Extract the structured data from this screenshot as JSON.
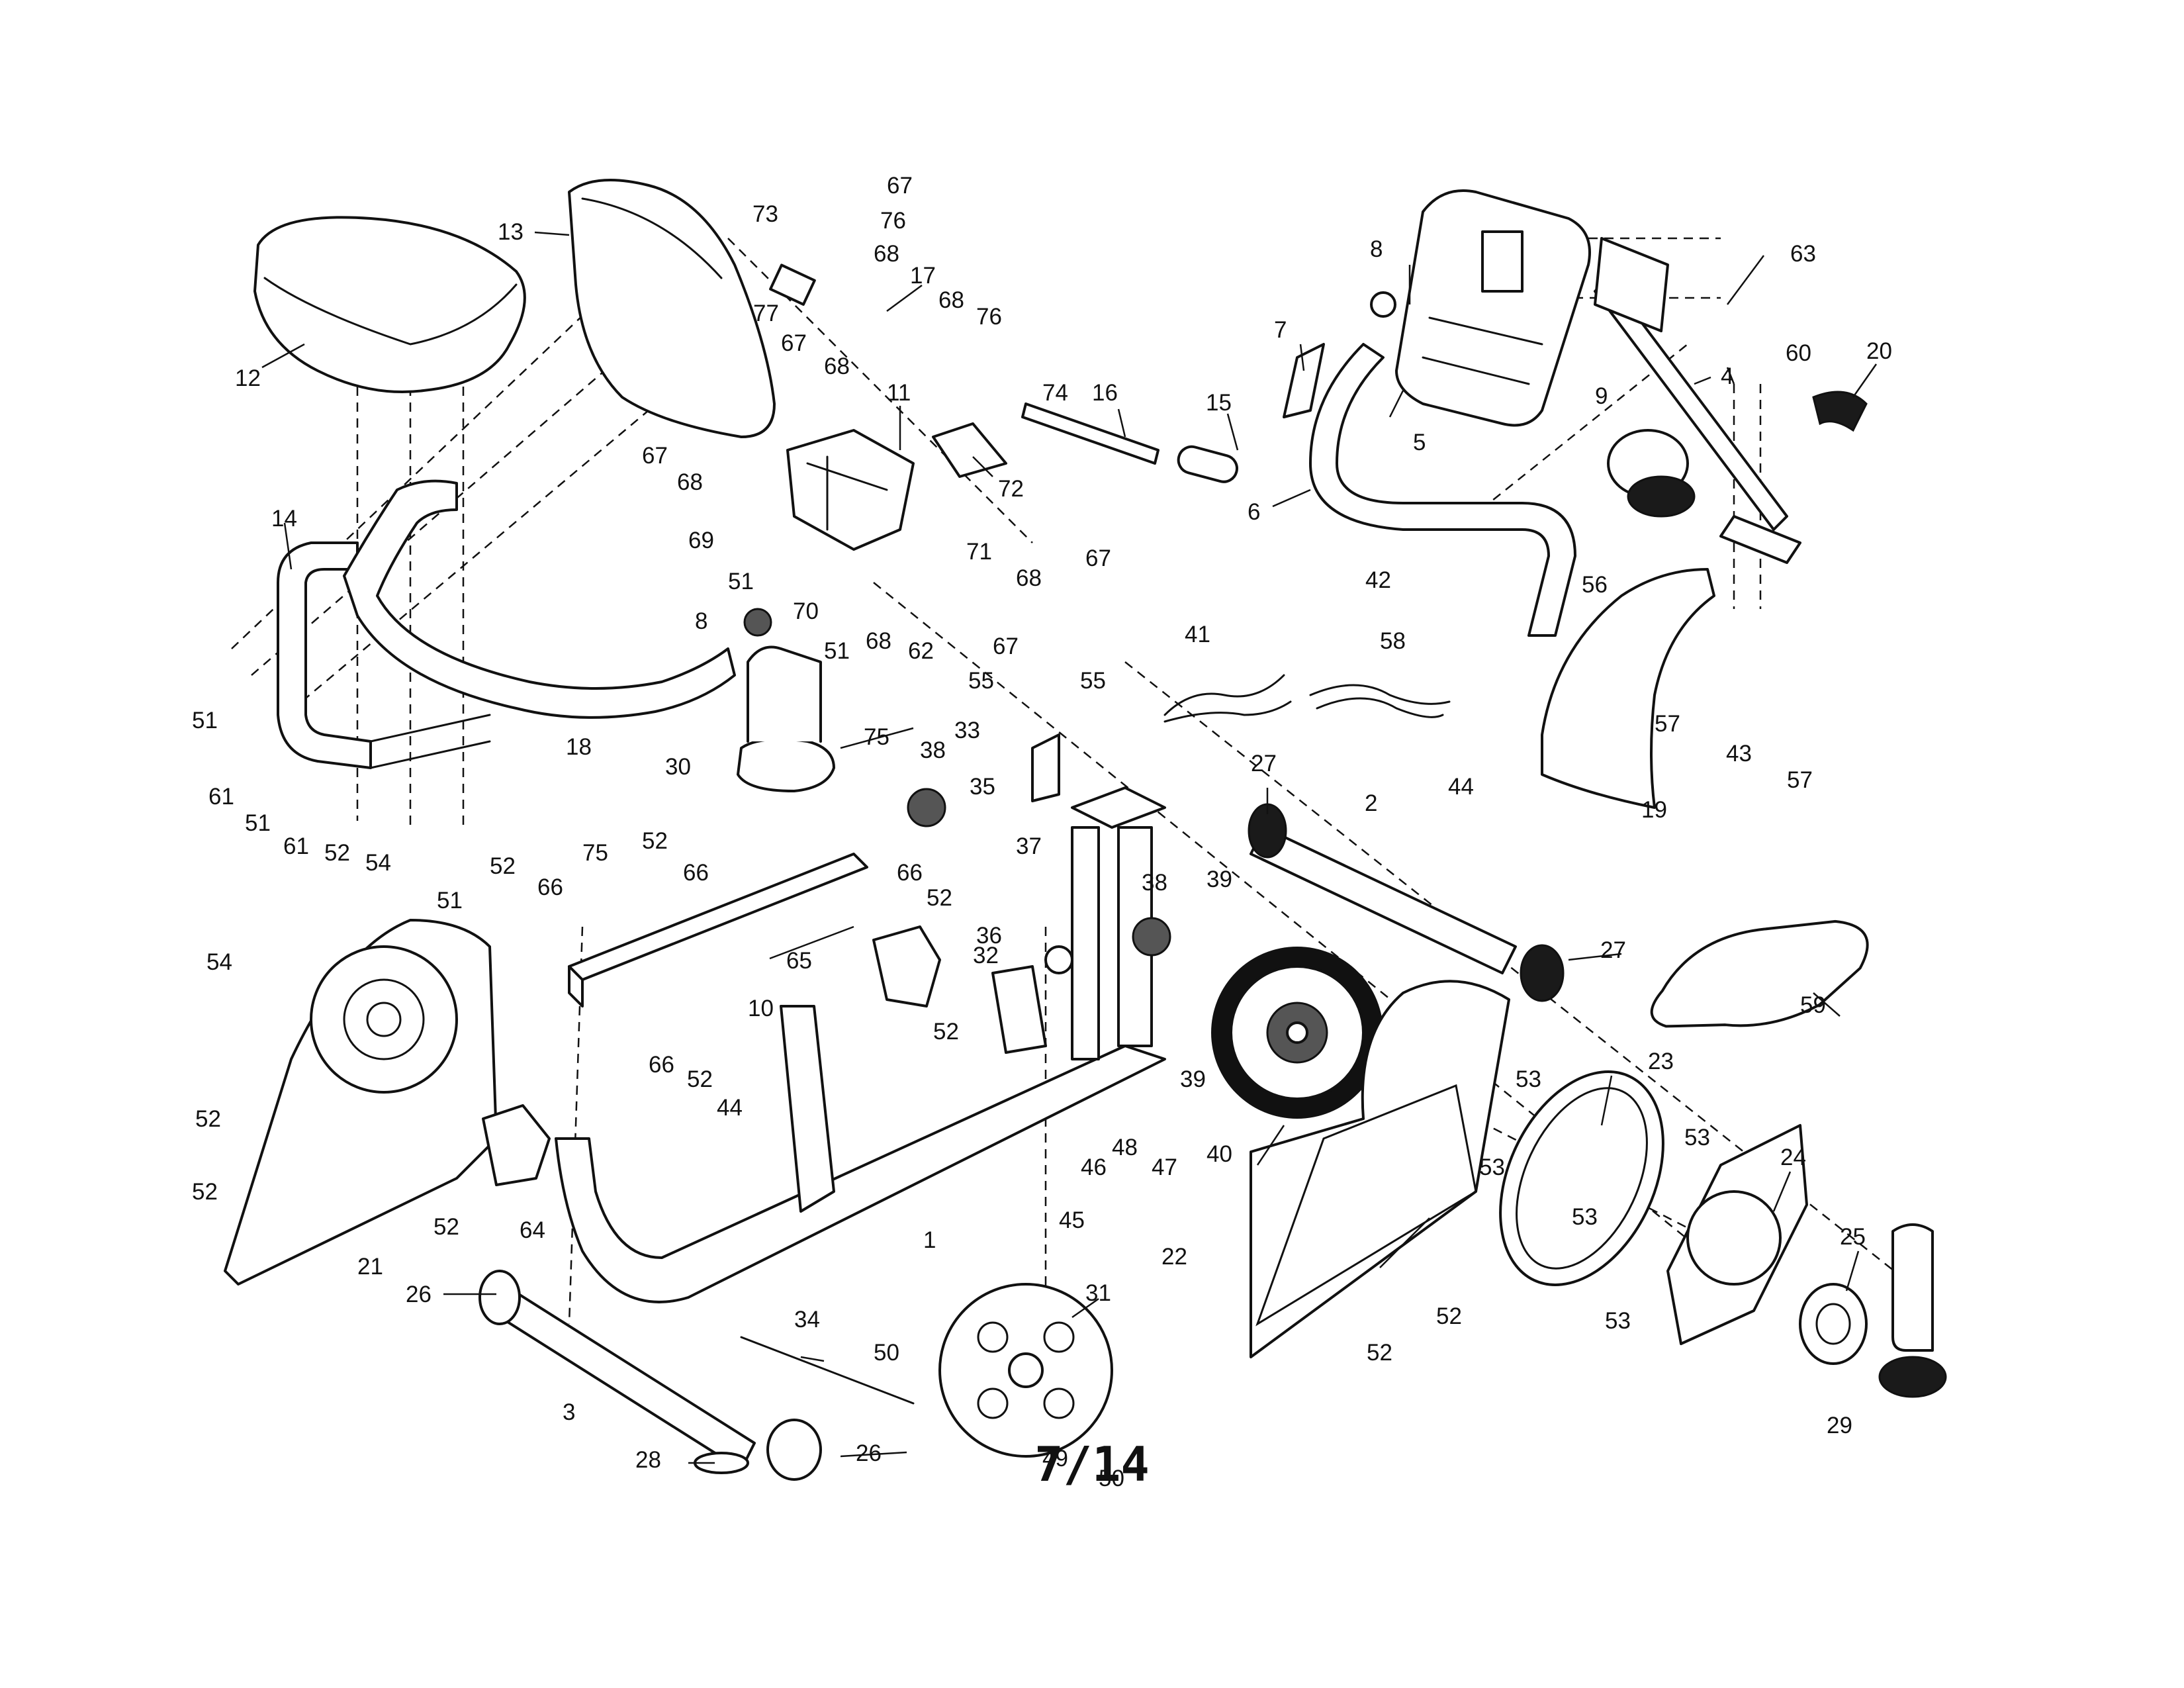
{
  "page_number": "7/14",
  "callouts": {
    "p1": "1",
    "p2": "2",
    "p3": "3",
    "p4": "4",
    "p5": "5",
    "p6": "6",
    "p7": "7",
    "p8a": "8",
    "p8b": "8",
    "p9": "9",
    "p10": "10",
    "p11": "11",
    "p12": "12",
    "p13": "13",
    "p14": "14",
    "p15": "15",
    "p16": "16",
    "p17": "17",
    "p18": "18",
    "p19": "19",
    "p20": "20",
    "p21": "21",
    "p22": "22",
    "p23": "23",
    "p24": "24",
    "p25": "25",
    "p26a": "26",
    "p26b": "26",
    "p27a": "27",
    "p27b": "27",
    "p28": "28",
    "p29": "29",
    "p30": "30",
    "p31": "31",
    "p32": "32",
    "p33": "33",
    "p34": "34",
    "p35": "35",
    "p36": "36",
    "p37": "37",
    "p38a": "38",
    "p38b": "38",
    "p39a": "39",
    "p39b": "39",
    "p40": "40",
    "p41": "41",
    "p42": "42",
    "p43": "43",
    "p44a": "44",
    "p44b": "44",
    "p45": "45",
    "p46": "46",
    "p47": "47",
    "p48": "48",
    "p49": "49",
    "p50a": "50",
    "p50b": "50",
    "p51a": "51",
    "p51b": "51",
    "p51c": "51",
    "p51d": "51",
    "p51e": "51",
    "p52a": "52",
    "p52b": "52",
    "p52c": "52",
    "p52d": "52",
    "p52e": "52",
    "p52f": "52",
    "p52g": "52",
    "p52h": "52",
    "p52i": "52",
    "p52j": "52",
    "p52k": "52",
    "p53a": "53",
    "p53b": "53",
    "p53c": "53",
    "p53d": "53",
    "p53e": "53",
    "p54a": "54",
    "p54b": "54",
    "p55a": "55",
    "p55b": "55",
    "p56": "56",
    "p57a": "57",
    "p57b": "57",
    "p58": "58",
    "p59": "59",
    "p60": "60",
    "p61a": "61",
    "p61b": "61",
    "p62": "62",
    "p63": "63",
    "p64": "64",
    "p65": "65",
    "p66a": "66",
    "p66b": "66",
    "p66c": "66",
    "p66d": "66",
    "p67a": "67",
    "p67b": "67",
    "p67c": "67",
    "p67d": "67",
    "p67e": "67",
    "p68a": "68",
    "p68b": "68",
    "p68c": "68",
    "p68d": "68",
    "p68e": "68",
    "p68f": "68",
    "p69": "69",
    "p70": "70",
    "p71": "71",
    "p72": "72",
    "p73": "73",
    "p74": "74",
    "p75a": "75",
    "p75b": "75",
    "p76a": "76",
    "p76b": "76",
    "p77": "77"
  }
}
